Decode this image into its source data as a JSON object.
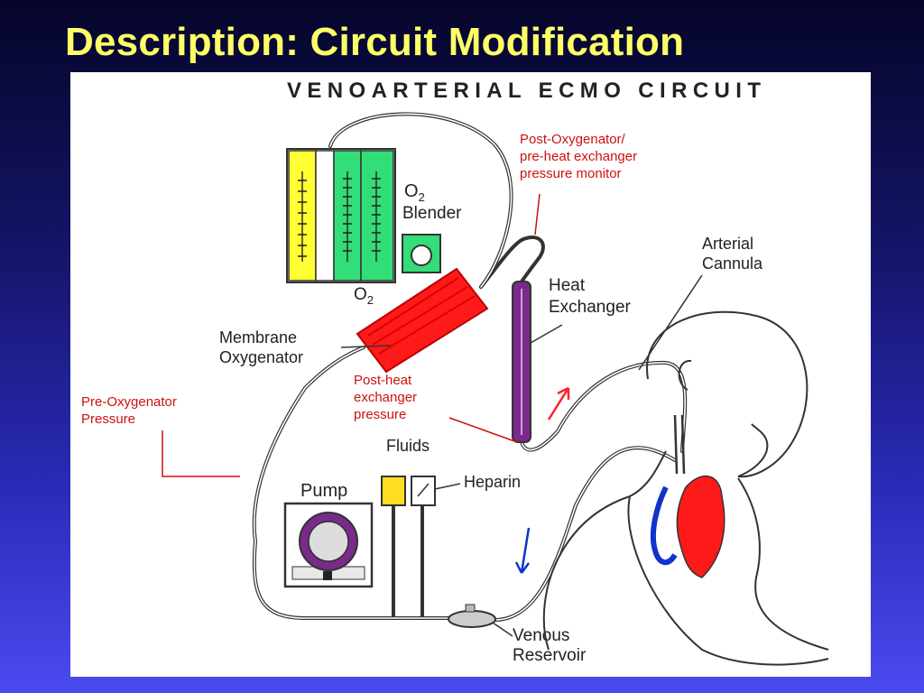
{
  "slide": {
    "title": "Description: Circuit Modification"
  },
  "diagram": {
    "title": "VENOARTERIAL ECMO CIRCUIT",
    "labels": {
      "o2_blender_top": "O",
      "o2_blender_sub": "2",
      "blender": "Blender",
      "o2_bottom": "O",
      "o2_bottom_sub": "2",
      "heat_exchanger_line1": "Heat",
      "heat_exchanger_line2": "Exchanger",
      "arterial_cannula_line1": "Arterial",
      "arterial_cannula_line2": "Cannula",
      "membrane_oxygenator_line1": "Membrane",
      "membrane_oxygenator_line2": "Oxygenator",
      "fluids": "Fluids",
      "heparin": "Heparin",
      "pump": "Pump",
      "venous_reservoir_line1": "Venous",
      "venous_reservoir_line2": "Reservoir"
    },
    "red_labels": {
      "post_oxygenator_line1": "Post-Oxygenator/",
      "post_oxygenator_line2": "pre-heat exchanger",
      "post_oxygenator_line3": "pressure monitor",
      "pre_oxygenator_line1": "Pre-Oxygenator",
      "pre_oxygenator_line2": "Pressure",
      "post_heat_line1": "Post-heat",
      "post_heat_line2": "exchanger",
      "post_heat_line3": "pressure"
    },
    "colors": {
      "slide_title": "#ffff66",
      "oxygenator": "#ff1a1a",
      "heat_exchanger": "#7a2a8a",
      "flowmeter_yellow": "#ffff33",
      "flowmeter_green": "#33dd77",
      "arterial_arrow": "#ff2222",
      "venous_arrow": "#1133cc"
    }
  }
}
